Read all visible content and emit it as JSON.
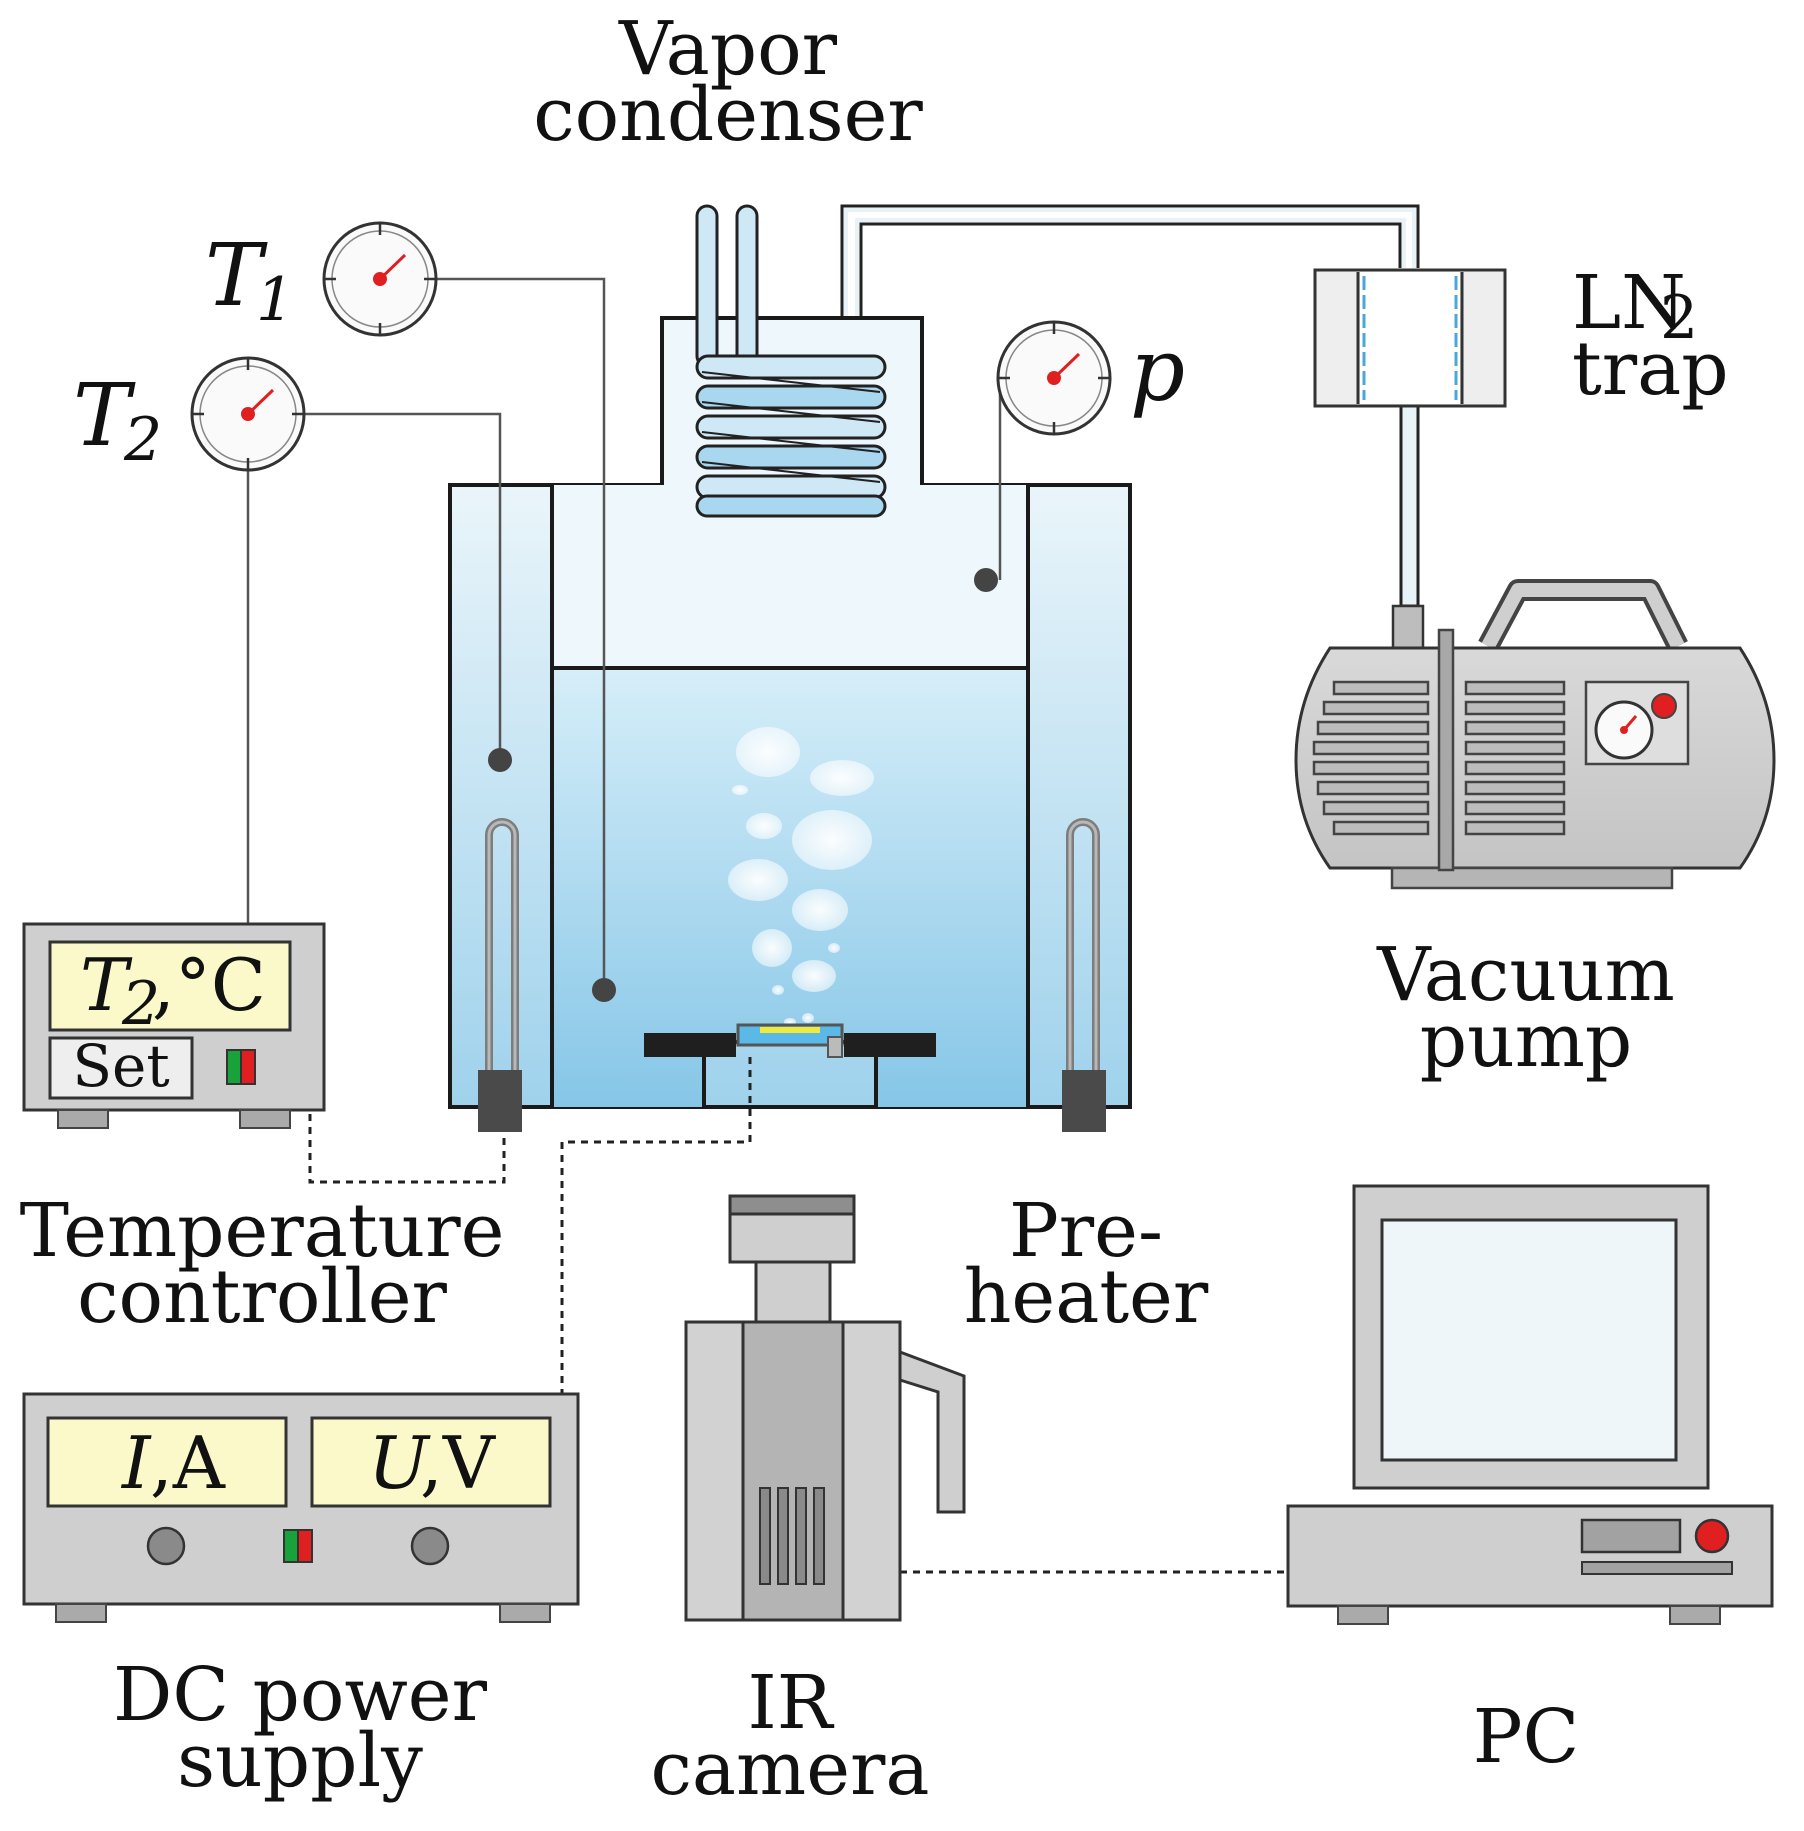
{
  "labels": {
    "vapor_condenser": [
      "Vapor",
      "condenser"
    ],
    "ln2_trap": [
      "LN",
      "2",
      "trap"
    ],
    "vacuum_pump": [
      "Vacuum",
      "pump"
    ],
    "temperature_controller": [
      "Temperature",
      "controller"
    ],
    "preheater": [
      "Pre-",
      "heater"
    ],
    "dc_power_supply": [
      "DC power",
      "supply"
    ],
    "ir_camera": [
      "IR",
      "camera"
    ],
    "pc": "PC"
  },
  "gauges": {
    "t1": {
      "symbol": "T",
      "subscript": "1"
    },
    "t2": {
      "symbol": "T",
      "subscript": "2"
    },
    "p": {
      "symbol": "p"
    }
  },
  "temperature_controller_panel": {
    "display_symbol": "T",
    "display_subscript": "2",
    "display_unit": ",°C",
    "set_button": "Set"
  },
  "dc_power_supply_panel": {
    "current_symbol": "I",
    "current_unit": ",A",
    "voltage_symbol": "U",
    "voltage_unit": ",V"
  },
  "colors": {
    "liquid_top": "#d2ecf8",
    "liquid_bottom": "#86c7e8",
    "vapor_space": "#eef7fb",
    "jacket": "#e2f1f8",
    "device_gray": "#cfcfcf",
    "display_yellow": "#fbf8c9",
    "indicator_red": "#e02020",
    "indicator_green": "#18a33a",
    "outline": "#1a1a1a"
  }
}
